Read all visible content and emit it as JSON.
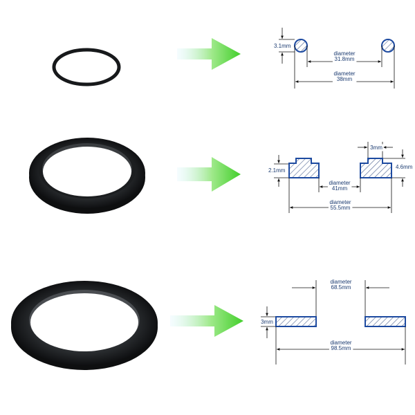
{
  "colors": {
    "rubber": "#16181a",
    "section_outline": "#1d4aa0",
    "label_text": "#1a3a70",
    "arrow_green": "#5ad43a"
  },
  "rows": [
    {
      "id": "o-ring",
      "labels": {
        "thickness": "3.1mm",
        "inner": "diameter\n31.8mm",
        "outer": "diameter\n38mm"
      }
    },
    {
      "id": "stepped-gasket",
      "labels": {
        "height_left": "2.1mm",
        "step_width": "3mm",
        "height_right": "4.6mm",
        "inner": "diameter\n41mm",
        "outer": "diameter\n55.5mm"
      }
    },
    {
      "id": "flat-washer",
      "labels": {
        "thickness": "3mm",
        "inner": "diameter\n68.5mm",
        "outer": "diameter\n98.5mm"
      }
    }
  ]
}
